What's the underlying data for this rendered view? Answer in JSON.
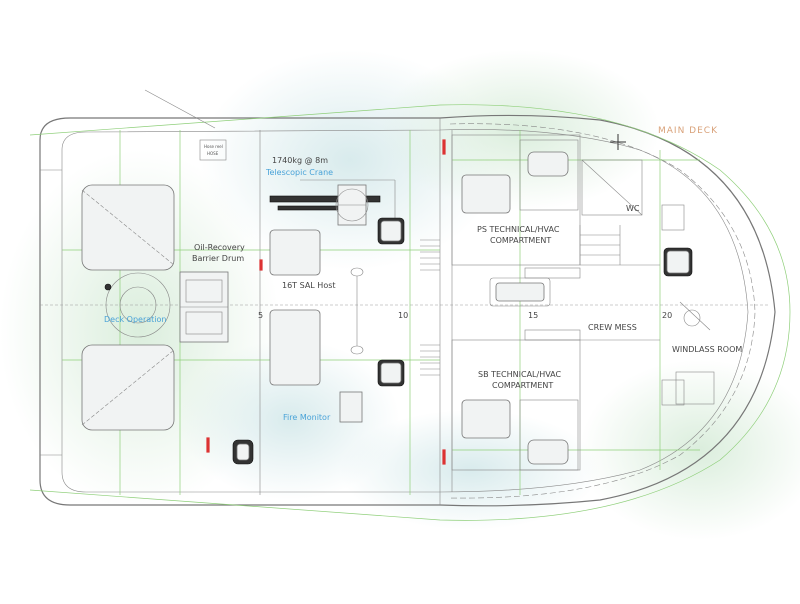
{
  "diagram": {
    "labels": {
      "main_deck": "MAIN DECK",
      "crane_capacity": "1740kg @ 8m",
      "crane_name": "Telescopic Crane",
      "oil_recovery_1": "Oil-Recovery",
      "oil_recovery_2": "Barrier Drum",
      "sal_host": "16T SAL Host",
      "ps_compartment_1": "PS TECHNICAL/HVAC",
      "ps_compartment_2": "COMPARTMENT",
      "sb_compartment_1": "SB TECHNICAL/HVAC",
      "sb_compartment_2": "COMPARTMENT",
      "crew_mess": "CREW MESS",
      "windlass_room": "WINDLASS ROOM",
      "fire_monitor": "Fire Monitor",
      "wc": "WC",
      "deck_operation": "Deck Operation",
      "frame_5": "5",
      "frame_10": "10",
      "frame_15": "15",
      "frame_20": "20",
      "hose_room_1": "Hose reel",
      "hose_room_2": "HOSE"
    },
    "colors": {
      "hull_line": "#777777",
      "accent_blue": "#4aa3d8",
      "main_deck_label": "#d9a27a",
      "green_lines": "#8fcf7a",
      "red_marks": "#d33333",
      "wash_green": "#d7ecd9"
    }
  }
}
